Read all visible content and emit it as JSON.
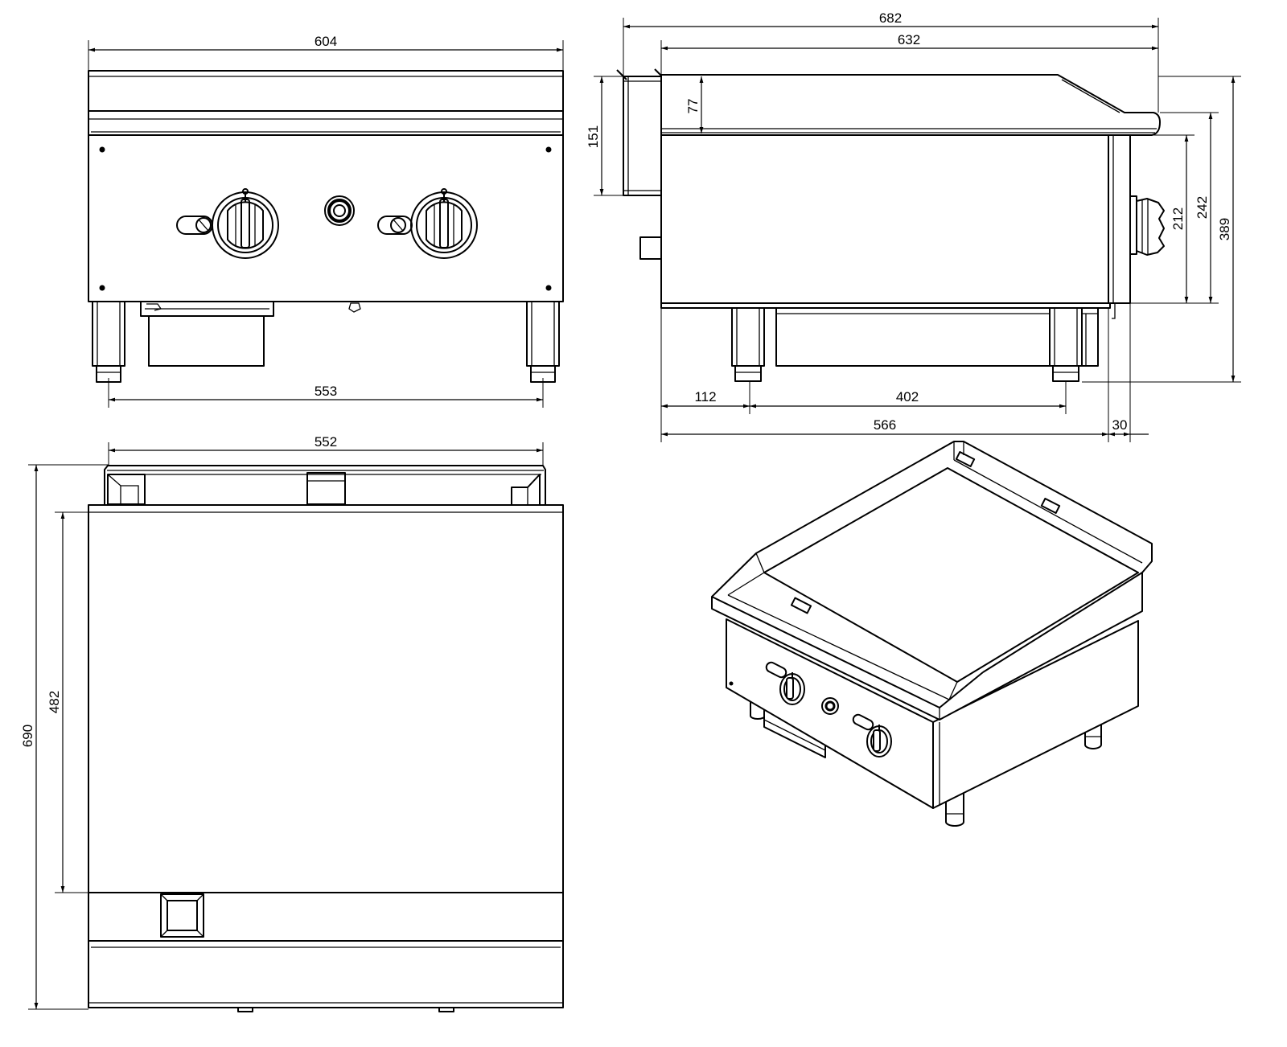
{
  "colors": {
    "line": "#000000",
    "background": "#ffffff"
  },
  "front_view": {
    "top_width": "604",
    "leg_width": "553"
  },
  "side_view": {
    "total_depth": "682",
    "top_depth": "632",
    "splash_height": "151",
    "rail_height": "77",
    "body_height": "212",
    "mid_height": "242",
    "total_height": "389",
    "leg_offset": "112",
    "leg_spacing": "402",
    "body_depth": "566",
    "panel_depth": "30"
  },
  "top_view": {
    "splash_width": "552",
    "total_depth": "690",
    "plate_depth": "482"
  }
}
